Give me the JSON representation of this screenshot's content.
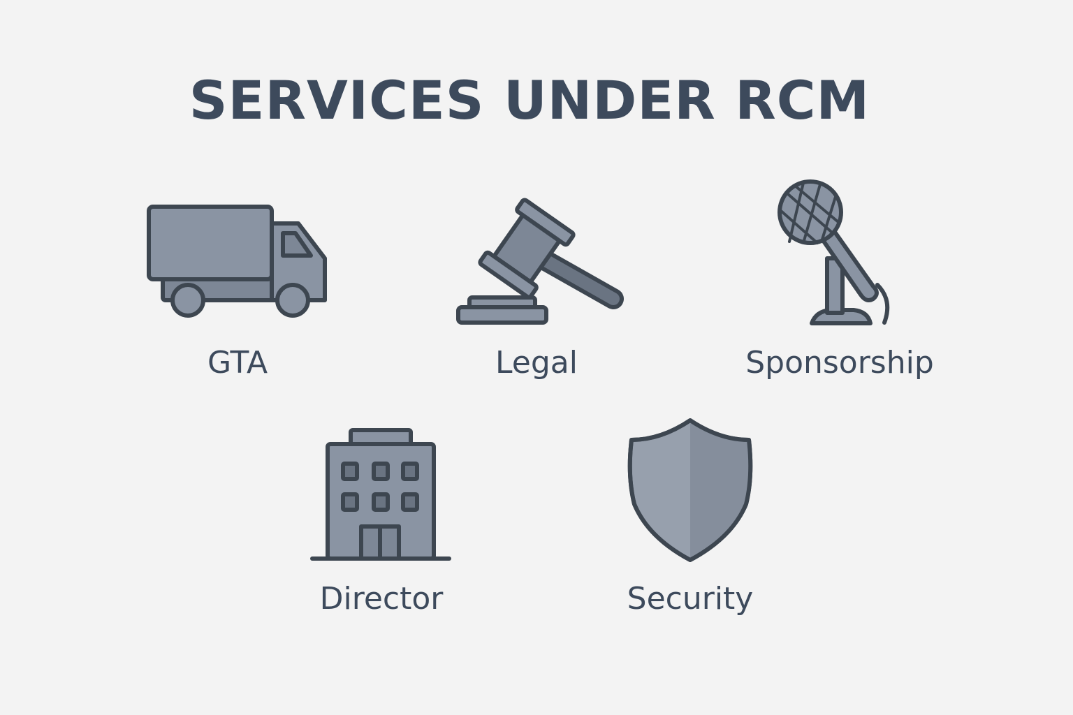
{
  "title": "SERVICES UNDER RCM",
  "services": [
    {
      "label": "GTA",
      "icon": "truck-icon"
    },
    {
      "label": "Legal",
      "icon": "gavel-icon"
    },
    {
      "label": "Sponsorship",
      "icon": "microphone-icon"
    },
    {
      "label": "Director",
      "icon": "building-icon"
    },
    {
      "label": "Security",
      "icon": "shield-icon"
    }
  ],
  "colors": {
    "background": "#f3f3f3",
    "text": "#3d4a5c",
    "icon_fill": "#8a94a3",
    "icon_fill_light": "#97a0ad",
    "icon_fill_dark": "#6a7482",
    "icon_stroke": "#3d4650"
  }
}
